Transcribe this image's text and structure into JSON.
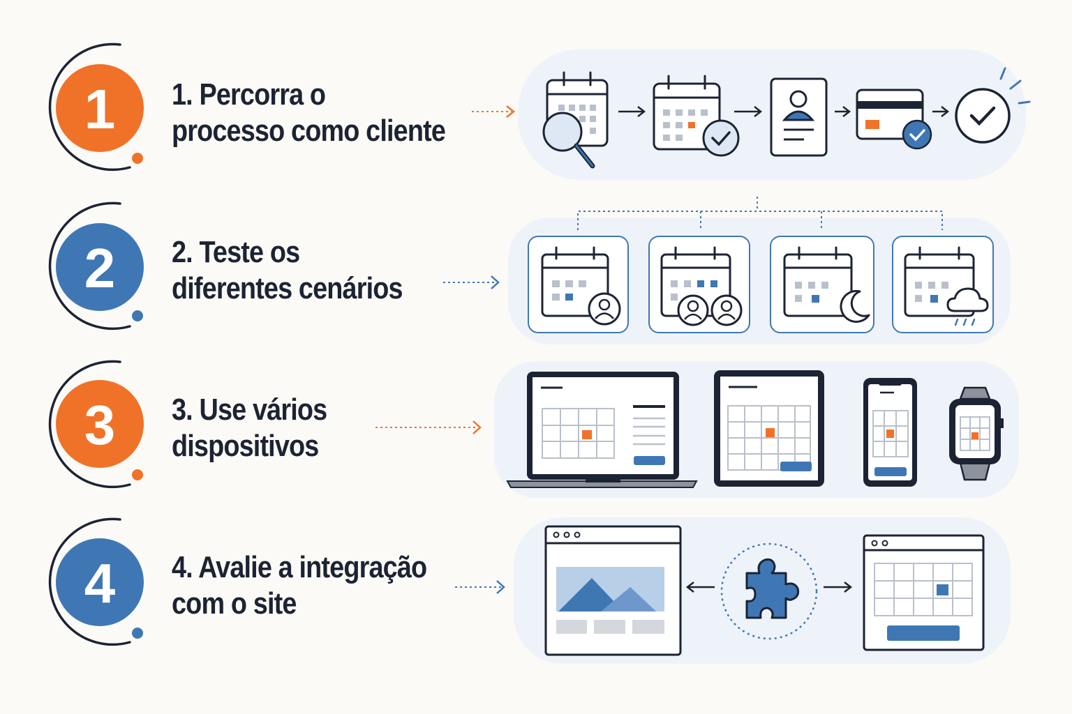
{
  "colors": {
    "orange": "#f07229",
    "blue": "#3f77b5",
    "navy": "#1c2333",
    "panel": "#eef3f9",
    "background": "#fbfaf6"
  },
  "steps": [
    {
      "number": "1",
      "color": "orange",
      "title_line1": "1. Percorra o",
      "title_line2": "processo como cliente",
      "icons": [
        "calendar-search-icon",
        "arrow-right-icon",
        "calendar-check-icon",
        "arrow-right-icon",
        "contact-form-icon",
        "arrow-right-icon",
        "payment-card-check-icon",
        "arrow-right-icon",
        "success-check-icon"
      ]
    },
    {
      "number": "2",
      "color": "blue",
      "title_line1": "2. Teste os",
      "title_line2": "diferentes cenários",
      "icons": [
        "calendar-single-user-icon",
        "calendar-group-users-icon",
        "calendar-night-icon",
        "calendar-weather-icon"
      ]
    },
    {
      "number": "3",
      "color": "orange",
      "title_line1": "3. Use vários",
      "title_line2": "dispositivos",
      "icons": [
        "laptop-icon",
        "tablet-icon",
        "smartphone-icon",
        "smartwatch-icon"
      ]
    },
    {
      "number": "4",
      "color": "blue",
      "title_line1": "4. Avalie a integração",
      "title_line2": "com o site",
      "icons": [
        "website-window-icon",
        "bidirectional-arrow-icon",
        "puzzle-piece-icon",
        "booking-widget-icon"
      ]
    }
  ]
}
